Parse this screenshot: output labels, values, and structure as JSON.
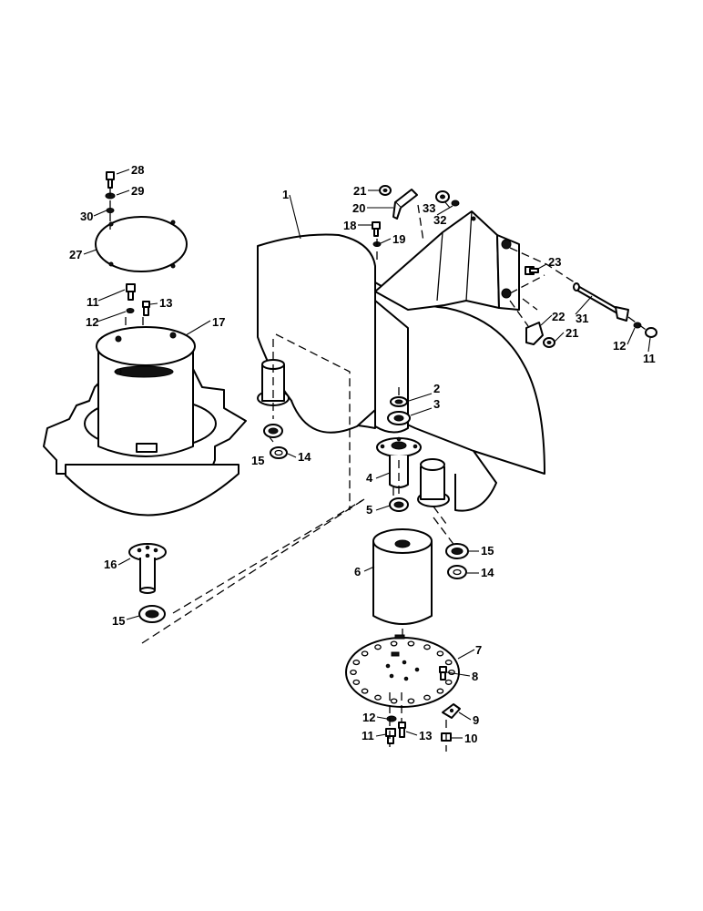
{
  "callouts": {
    "c1": "1",
    "c2": "2",
    "c3": "3",
    "c4": "4",
    "c5": "5",
    "c6": "6",
    "c7": "7",
    "c8": "8",
    "c9": "9",
    "c10": "10",
    "c11a": "11",
    "c11b": "11",
    "c11c": "11",
    "c12a": "12",
    "c12b": "12",
    "c12c": "12",
    "c13a": "13",
    "c13b": "13",
    "c14a": "14",
    "c14b": "14",
    "c15a": "15",
    "c15b": "15",
    "c15c": "15",
    "c16": "16",
    "c17": "17",
    "c18": "18",
    "c19": "19",
    "c20": "20",
    "c21a": "21",
    "c21b": "21",
    "c22": "22",
    "c23": "23",
    "c27": "27",
    "c28": "28",
    "c29": "29",
    "c30": "30",
    "c31": "31",
    "c32": "32",
    "c33": "33"
  },
  "colors": {
    "line": "#000000",
    "background": "#ffffff"
  }
}
